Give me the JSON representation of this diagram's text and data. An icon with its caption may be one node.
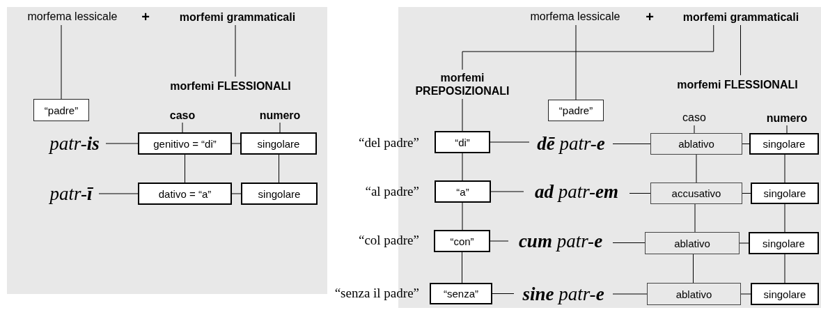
{
  "diagram": {
    "nodes": [
      {
        "text": [
          "morfema lessicale"
        ]
      },
      {
        "text": [
          "morfemi grammaticali"
        ]
      },
      {
        "text": [
          "morfemi FLESSIONALI"
        ]
      },
      {
        "text": [
          "“padre”"
        ]
      },
      {
        "text": [
          "caso"
        ]
      },
      {
        "text": [
          "numero"
        ]
      },
      {
        "text": [
          "patr-**is**"
        ]
      },
      {
        "text": [
          "genitivo = “di”"
        ]
      },
      {
        "text": [
          "singolare"
        ]
      },
      {
        "text": [
          "patr-**ī**"
        ]
      },
      {
        "text": [
          "dativo = “a”"
        ]
      },
      {
        "text": [
          "singolare"
        ]
      },
      {
        "text": [
          "morfema lessicale"
        ]
      },
      {
        "text": [
          "morfemi grammaticali"
        ]
      },
      {
        "text": [
          "morfemi PREPOSIZIONALI"
        ]
      },
      {
        "text": [
          "“padre”"
        ]
      },
      {
        "text": [
          "morfemi FLESSIONALI"
        ]
      },
      {
        "text": [
          "caso"
        ]
      },
      {
        "text": [
          "numero"
        ]
      },
      {
        "text": [
          "“di”"
        ]
      },
      {
        "text": [
          "**dē** patr-**e**"
        ]
      },
      {
        "text": [
          "ablativo"
        ]
      },
      {
        "text": [
          "singolare"
        ]
      },
      {
        "text": [
          "“a”"
        ]
      },
      {
        "text": [
          "**ad** patr-**em**"
        ]
      },
      {
        "text": [
          "accusativo"
        ]
      },
      {
        "text": [
          "singolare"
        ]
      },
      {
        "text": [
          "“con”"
        ]
      },
      {
        "text": [
          "**cum** patr-**e**"
        ]
      },
      {
        "text": [
          "ablativo"
        ]
      },
      {
        "text": [
          "singolare"
        ]
      },
      {
        "text": [
          "“senza”"
        ]
      },
      {
        "text": [
          "**sine** patr-**e**"
        ]
      },
      {
        "text": [
          "ablativo"
        ]
      },
      {
        "text": [
          "singolare"
        ]
      }
    ],
    "edges": [
      {
        "from": 0,
        "to": 3,
        "arrow": "none"
      },
      {
        "from": 1,
        "to": 2,
        "arrow": "none"
      },
      {
        "from": 4,
        "to": 7,
        "arrow": "none"
      },
      {
        "from": 5,
        "to": 8,
        "arrow": "none"
      },
      {
        "from": 6,
        "to": 7,
        "arrow": "none"
      },
      {
        "from": 7,
        "to": 8,
        "arrow": "none"
      },
      {
        "from": 7,
        "to": 10,
        "arrow": "none"
      },
      {
        "from": 8,
        "to": 11,
        "arrow": "none"
      },
      {
        "from": 9,
        "to": 10,
        "arrow": "none"
      },
      {
        "from": 10,
        "to": 11,
        "arrow": "none"
      },
      {
        "from": 12,
        "to": 15,
        "arrow": "none"
      },
      {
        "from": 13,
        "to": 14,
        "arrow": "none"
      },
      {
        "from": 13,
        "to": 16,
        "arrow": "none"
      },
      {
        "from": 14,
        "to": 19,
        "arrow": "none"
      },
      {
        "from": 19,
        "to": 20,
        "arrow": "none"
      },
      {
        "from": 20,
        "to": 21,
        "arrow": "none"
      },
      {
        "from": 21,
        "to": 22,
        "arrow": "none"
      },
      {
        "from": 17,
        "to": 21,
        "arrow": "none"
      },
      {
        "from": 18,
        "to": 22,
        "arrow": "none"
      },
      {
        "from": 19,
        "to": 23,
        "arrow": "none"
      },
      {
        "from": 23,
        "to": 24,
        "arrow": "none"
      },
      {
        "from": 24,
        "to": 25,
        "arrow": "none"
      },
      {
        "from": 25,
        "to": 26,
        "arrow": "none"
      },
      {
        "from": 21,
        "to": 25,
        "arrow": "none"
      },
      {
        "from": 22,
        "to": 26,
        "arrow": "none"
      },
      {
        "from": 23,
        "to": 27,
        "arrow": "none"
      },
      {
        "from": 27,
        "to": 28,
        "arrow": "none"
      },
      {
        "from": 28,
        "to": 29,
        "arrow": "none"
      },
      {
        "from": 29,
        "to": 30,
        "arrow": "none"
      },
      {
        "from": 25,
        "to": 29,
        "arrow": "none"
      },
      {
        "from": 26,
        "to": 30,
        "arrow": "none"
      },
      {
        "from": 27,
        "to": 31,
        "arrow": "none"
      },
      {
        "from": 31,
        "to": 32,
        "arrow": "none"
      },
      {
        "from": 32,
        "to": 33,
        "arrow": "none"
      },
      {
        "from": 33,
        "to": 34,
        "arrow": "none"
      },
      {
        "from": 29,
        "to": 33,
        "arrow": "none"
      },
      {
        "from": 30,
        "to": 34,
        "arrow": "none"
      }
    ],
    "labels": [
      "+",
      "+",
      "“del padre”",
      "“al padre”",
      "“col padre”",
      "“senza il padre”"
    ]
  }
}
